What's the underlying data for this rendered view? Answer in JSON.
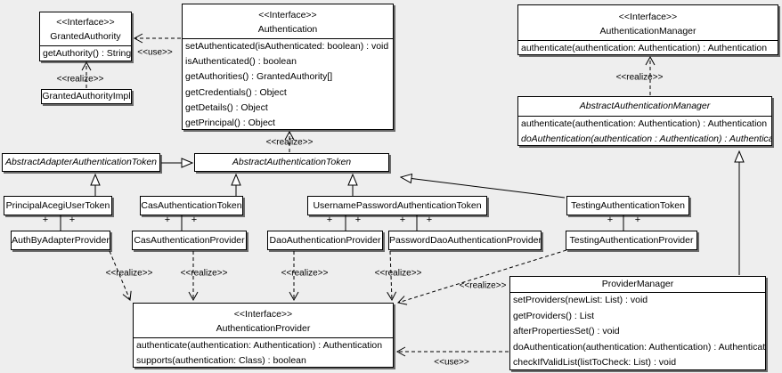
{
  "canvas": {
    "background_color": "#eeeeee",
    "box_fill_color": "#ffffff",
    "line_color": "#000000"
  },
  "labels": {
    "use": "<<use>>",
    "realize": "<<realize>>",
    "plus": "+"
  },
  "classes": {
    "granted_authority": {
      "stereotype": "<<Interface>>",
      "name": "GrantedAuthority",
      "methods": [
        "getAuthority() : String"
      ]
    },
    "granted_authority_impl": {
      "name": "GrantedAuthorityImpl"
    },
    "authentication": {
      "stereotype": "<<Interface>>",
      "name": "Authentication",
      "methods": [
        "setAuthenticated(isAuthenticated: boolean) : void",
        "isAuthenticated() : boolean",
        "getAuthorities() : GrantedAuthority[]",
        "getCredentials() : Object",
        "getDetails() : Object",
        "getPrincipal() : Object"
      ]
    },
    "authentication_manager": {
      "stereotype": "<<Interface>>",
      "name": "AuthenticationManager",
      "methods": [
        "authenticate(authentication: Authentication) : Authentication"
      ]
    },
    "abstract_authentication_manager": {
      "name": "AbstractAuthenticationManager",
      "abstract": true,
      "methods": [
        "authenticate(authentication: Authentication) : Authentication",
        "doAuthentication(authentication : Authentication) : Authentication"
      ]
    },
    "abstract_adapter_authentication_token": {
      "name": "AbstractAdapterAuthenticationToken",
      "abstract": true
    },
    "abstract_authentication_token": {
      "name": "AbstractAuthenticationToken",
      "abstract": true
    },
    "principal_acegi_user_token": {
      "name": "PrincipalAcegiUserToken"
    },
    "cas_authentication_token": {
      "name": "CasAuthenticationToken"
    },
    "username_password_authentication_token": {
      "name": "UsernamePasswordAuthenticationToken"
    },
    "testing_authentication_token": {
      "name": "TestingAuthenticationToken"
    },
    "auth_by_adapter_provider": {
      "name": "AuthByAdapterProvider"
    },
    "cas_authentication_provider": {
      "name": "CasAuthenticationProvider"
    },
    "dao_authentication_provider": {
      "name": "DaoAuthenticationProvider"
    },
    "password_dao_authentication_provider": {
      "name": "PasswordDaoAuthenticationProvider"
    },
    "testing_authentication_provider": {
      "name": "TestingAuthenticationProvider"
    },
    "authentication_provider": {
      "stereotype": "<<Interface>>",
      "name": "AuthenticationProvider",
      "methods": [
        "authenticate(authentication: Authentication) : Authentication",
        "supports(authentication: Class) : boolean"
      ]
    },
    "provider_manager": {
      "name": "ProviderManager",
      "methods": [
        "setProviders(newList: List) : void",
        "getProviders() : List",
        "afterPropertiesSet() : void",
        "doAuthentication(authentication: Authentication) : Authentication",
        "checkIfValidList(listToCheck: List) : void"
      ]
    }
  },
  "relationships": [
    {
      "from": "Authentication",
      "to": "GrantedAuthority",
      "type": "use"
    },
    {
      "from": "GrantedAuthorityImpl",
      "to": "GrantedAuthority",
      "type": "realize"
    },
    {
      "from": "AbstractAuthenticationToken",
      "to": "Authentication",
      "type": "realize"
    },
    {
      "from": "AbstractAuthenticationManager",
      "to": "AuthenticationManager",
      "type": "realize"
    },
    {
      "from": "AbstractAdapterAuthenticationToken",
      "to": "AbstractAuthenticationToken",
      "type": "generalization"
    },
    {
      "from": "PrincipalAcegiUserToken",
      "to": "AbstractAdapterAuthenticationToken",
      "type": "generalization"
    },
    {
      "from": "CasAuthenticationToken",
      "to": "AbstractAuthenticationToken",
      "type": "generalization"
    },
    {
      "from": "UsernamePasswordAuthenticationToken",
      "to": "AbstractAuthenticationToken",
      "type": "generalization"
    },
    {
      "from": "TestingAuthenticationToken",
      "to": "AbstractAuthenticationToken",
      "type": "generalization"
    },
    {
      "from": "ProviderManager",
      "to": "AbstractAuthenticationManager",
      "type": "generalization"
    },
    {
      "from": "PrincipalAcegiUserToken",
      "to": "AuthByAdapterProvider",
      "type": "association",
      "end_labels": [
        "+",
        "+"
      ]
    },
    {
      "from": "CasAuthenticationToken",
      "to": "CasAuthenticationProvider",
      "type": "association",
      "end_labels": [
        "+",
        "+"
      ]
    },
    {
      "from": "UsernamePasswordAuthenticationToken",
      "to": "DaoAuthenticationProvider",
      "type": "association",
      "end_labels": [
        "+",
        "+"
      ]
    },
    {
      "from": "UsernamePasswordAuthenticationToken",
      "to": "PasswordDaoAuthenticationProvider",
      "type": "association",
      "end_labels": [
        "+",
        "+"
      ]
    },
    {
      "from": "TestingAuthenticationToken",
      "to": "TestingAuthenticationProvider",
      "type": "association",
      "end_labels": [
        "+",
        "+"
      ]
    },
    {
      "from": "AuthByAdapterProvider",
      "to": "AuthenticationProvider",
      "type": "realize"
    },
    {
      "from": "CasAuthenticationProvider",
      "to": "AuthenticationProvider",
      "type": "realize"
    },
    {
      "from": "DaoAuthenticationProvider",
      "to": "AuthenticationProvider",
      "type": "realize"
    },
    {
      "from": "PasswordDaoAuthenticationProvider",
      "to": "AuthenticationProvider",
      "type": "realize"
    },
    {
      "from": "TestingAuthenticationProvider",
      "to": "AuthenticationProvider",
      "type": "realize"
    },
    {
      "from": "ProviderManager",
      "to": "AuthenticationProvider",
      "type": "use"
    }
  ]
}
